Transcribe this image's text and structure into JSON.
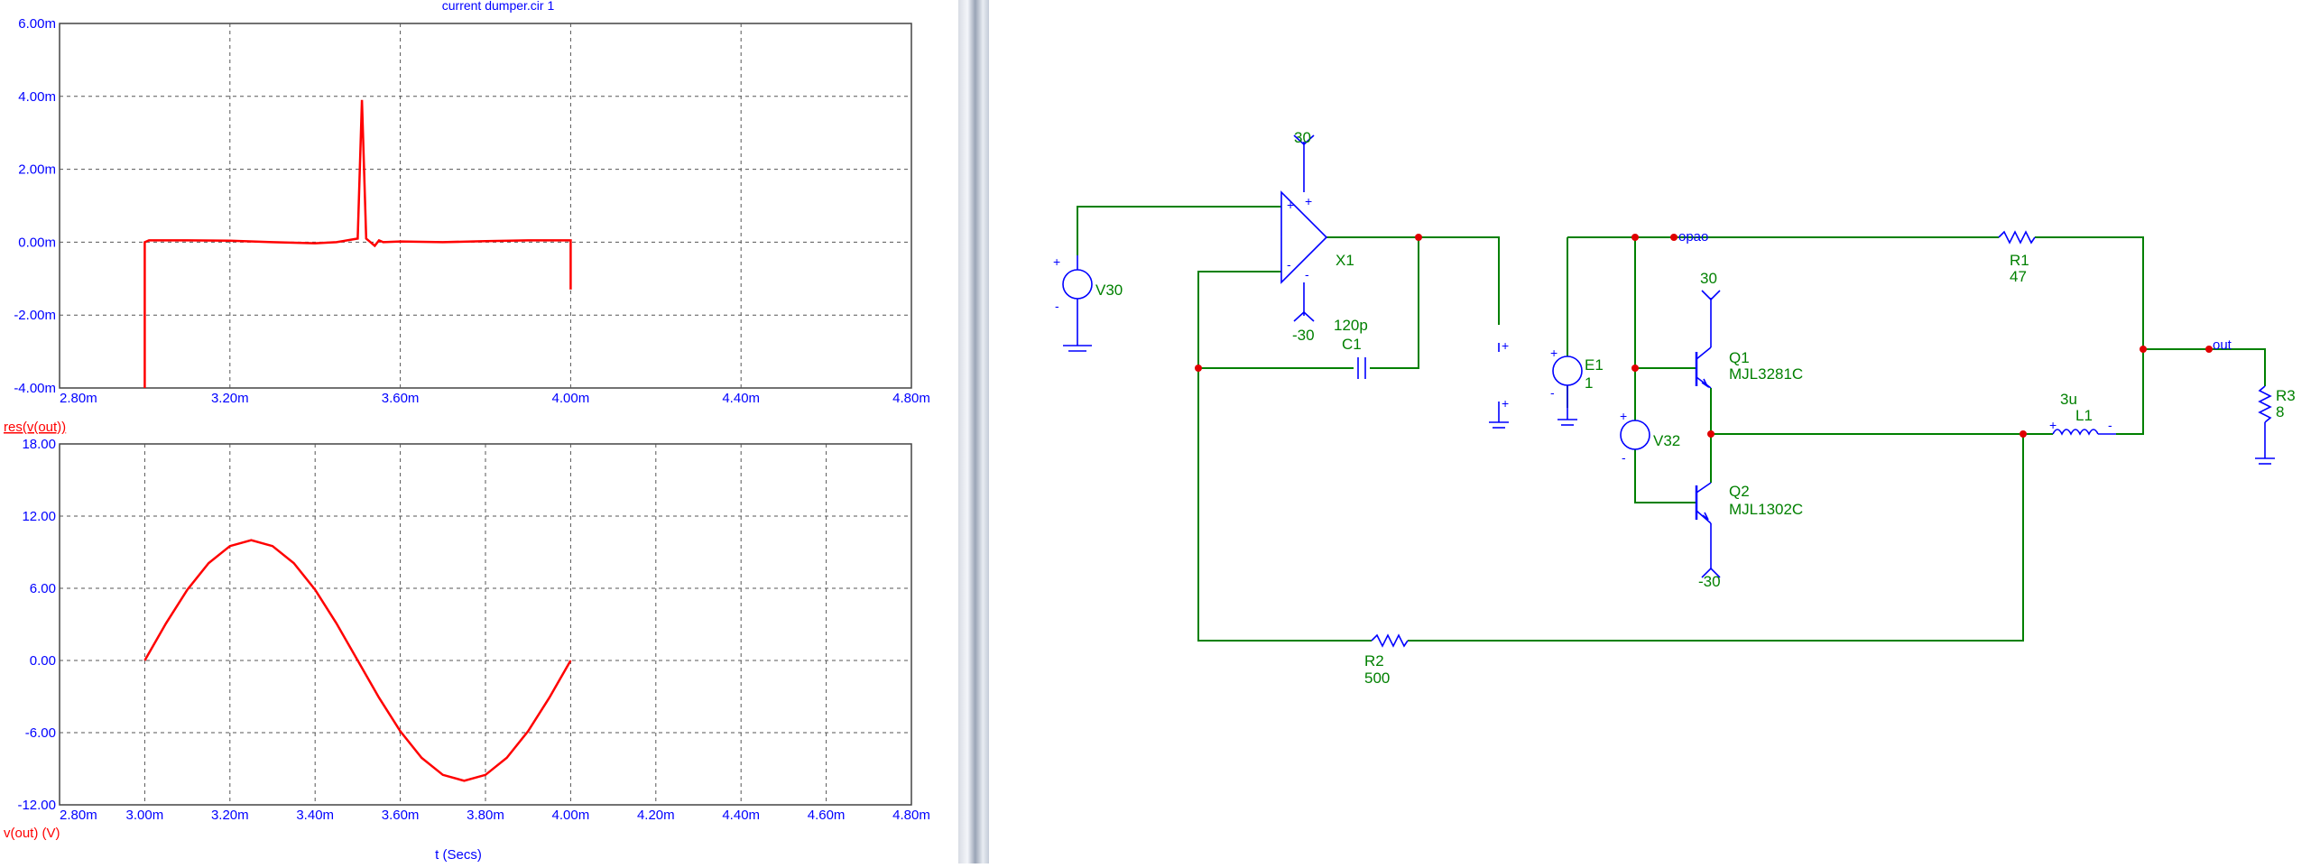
{
  "plot_window": {
    "title": "current dumper.cir 1",
    "colors": {
      "trace": "#ff0000",
      "axis_text": "#0000ff",
      "grid": "#555555",
      "wire": "#008000",
      "component": "#0000ff",
      "node": "#e00000"
    }
  },
  "chart_data": [
    {
      "type": "line",
      "title": "current dumper.cir 1",
      "ylabel": "res(v(out))",
      "xlabel": "",
      "xlim": [
        0.0028,
        0.0048
      ],
      "ylim": [
        -0.004,
        0.006
      ],
      "grid": true,
      "x_tick_labels": [
        "2.80m",
        "3.20m",
        "3.60m",
        "4.00m",
        "4.40m",
        "4.80m"
      ],
      "y_tick_labels": [
        "-4.00m",
        "-2.00m",
        "0.00m",
        "2.00m",
        "4.00m",
        "6.00m"
      ],
      "series": [
        {
          "name": "res(v(out))",
          "x": [
            0.003,
            0.003,
            0.003,
            0.003,
            0.00301,
            0.0031,
            0.0032,
            0.0033,
            0.0034,
            0.00345,
            0.0035,
            0.00351,
            0.00352,
            0.00353,
            0.00354,
            0.00355,
            0.00356,
            0.0036,
            0.0037,
            0.0038,
            0.0039,
            0.004,
            0.004
          ],
          "y": [
            -0.004,
            -0.0016,
            -0.0025,
            0.0,
            5e-05,
            5e-05,
            4e-05,
            0.0,
            -3e-05,
            0.0,
            0.0001,
            0.0039,
            0.0001,
            0.0,
            -0.0001,
            5e-05,
            0.0,
            2e-05,
            0.0,
            3e-05,
            5e-05,
            5e-05,
            -0.0013
          ]
        }
      ]
    },
    {
      "type": "line",
      "title": "",
      "ylabel": "v(out) (V)",
      "xlabel": "t (Secs)",
      "xlim": [
        0.0028,
        0.0048
      ],
      "ylim": [
        -12,
        18
      ],
      "grid": true,
      "x_tick_labels": [
        "2.80m",
        "3.00m",
        "3.20m",
        "3.40m",
        "3.60m",
        "3.80m",
        "4.00m",
        "4.20m",
        "4.40m",
        "4.60m",
        "4.80m"
      ],
      "y_tick_labels": [
        "-12.00",
        "-6.00",
        "0.00",
        "6.00",
        "12.00",
        "18.00"
      ],
      "series": [
        {
          "name": "v(out) (V)",
          "x": [
            0.003,
            0.00305,
            0.0031,
            0.00315,
            0.0032,
            0.00325,
            0.0033,
            0.00335,
            0.0034,
            0.00345,
            0.0035,
            0.00355,
            0.0036,
            0.00365,
            0.0037,
            0.00375,
            0.0038,
            0.00385,
            0.0039,
            0.00395,
            0.004
          ],
          "y": [
            0.0,
            3.09,
            5.88,
            8.09,
            9.51,
            10.0,
            9.51,
            8.09,
            5.88,
            3.09,
            0.0,
            -3.09,
            -5.88,
            -8.09,
            -9.51,
            -10.0,
            -9.51,
            -8.09,
            -5.88,
            -3.09,
            0.0
          ]
        }
      ]
    }
  ],
  "schematic": {
    "labels": {
      "v30": "V30",
      "x1": "X1",
      "x1_pos_rail": "30",
      "x1_neg_rail": "-30",
      "c1_value": "120p",
      "c1_name": "C1",
      "e1_name": "E1",
      "e1_value": "1",
      "v32": "V32",
      "q1_name": "Q1",
      "q1_part": "MJL3281C",
      "q1_rail": "30",
      "q2_name": "Q2",
      "q2_part": "MJL1302C",
      "q2_rail": "-30",
      "r1_name": "R1",
      "r1_value": "47",
      "l1_value": "3u",
      "l1_name": "L1",
      "r2_name": "R2",
      "r2_value": "500",
      "r3_name": "R3",
      "r3_value": "8",
      "node_opao": "opao",
      "node_out": "out"
    }
  }
}
